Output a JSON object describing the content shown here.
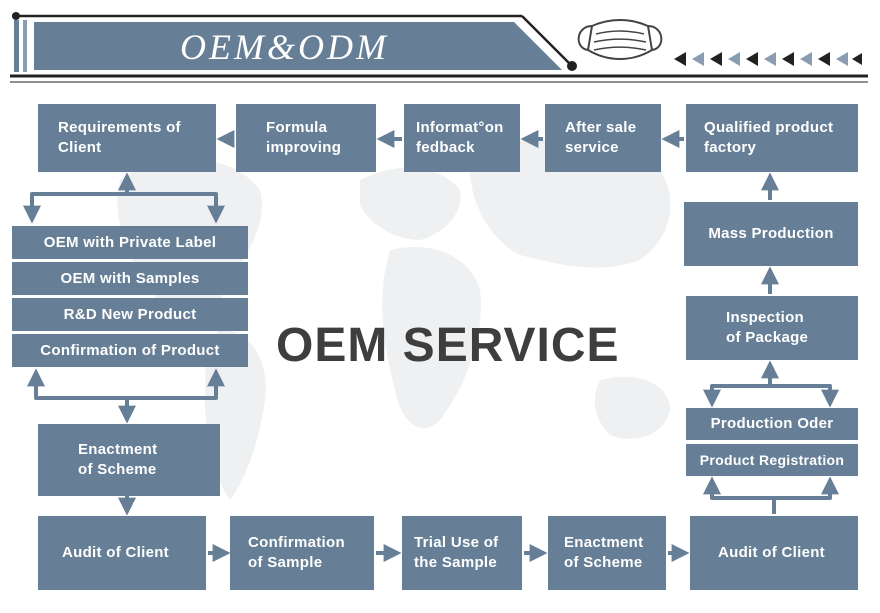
{
  "header": {
    "title": "OEM&ODM",
    "mask_icon": "face-mask-icon",
    "chevrons_icon": "chevron-left-row-icon"
  },
  "center_title": "OEM SERVICE",
  "colors": {
    "box": "#667f96",
    "arrow": "#667f96",
    "banner": "#667f96",
    "title_text": "#3e3e3e"
  },
  "top_row": [
    {
      "label": "Requirements of\nClient"
    },
    {
      "label": "Formula\nimproving"
    },
    {
      "label": "Informat°on\nfedback"
    },
    {
      "label": "After sale\nservice"
    },
    {
      "label": "Qualified product\nfactory"
    }
  ],
  "left_stack": [
    {
      "label": "OEM with Private Label"
    },
    {
      "label": "OEM with Samples"
    },
    {
      "label": "R&D New Product"
    },
    {
      "label": "Confirmation of Product"
    }
  ],
  "left_column": [
    {
      "label": "Enactment\nof Scheme"
    }
  ],
  "bottom_row": [
    {
      "label": "Audit of Client"
    },
    {
      "label": "Confirmation\nof Sample"
    },
    {
      "label": "Trial Use of\nthe Sample"
    },
    {
      "label": "Enactment\nof Scheme"
    },
    {
      "label": "Audit of Client"
    }
  ],
  "right_column": [
    {
      "label": "Mass Production"
    },
    {
      "label": "Inspection\nof Package"
    }
  ],
  "right_stack": [
    {
      "label": "Production Oder"
    },
    {
      "label": "Product Registration"
    }
  ]
}
